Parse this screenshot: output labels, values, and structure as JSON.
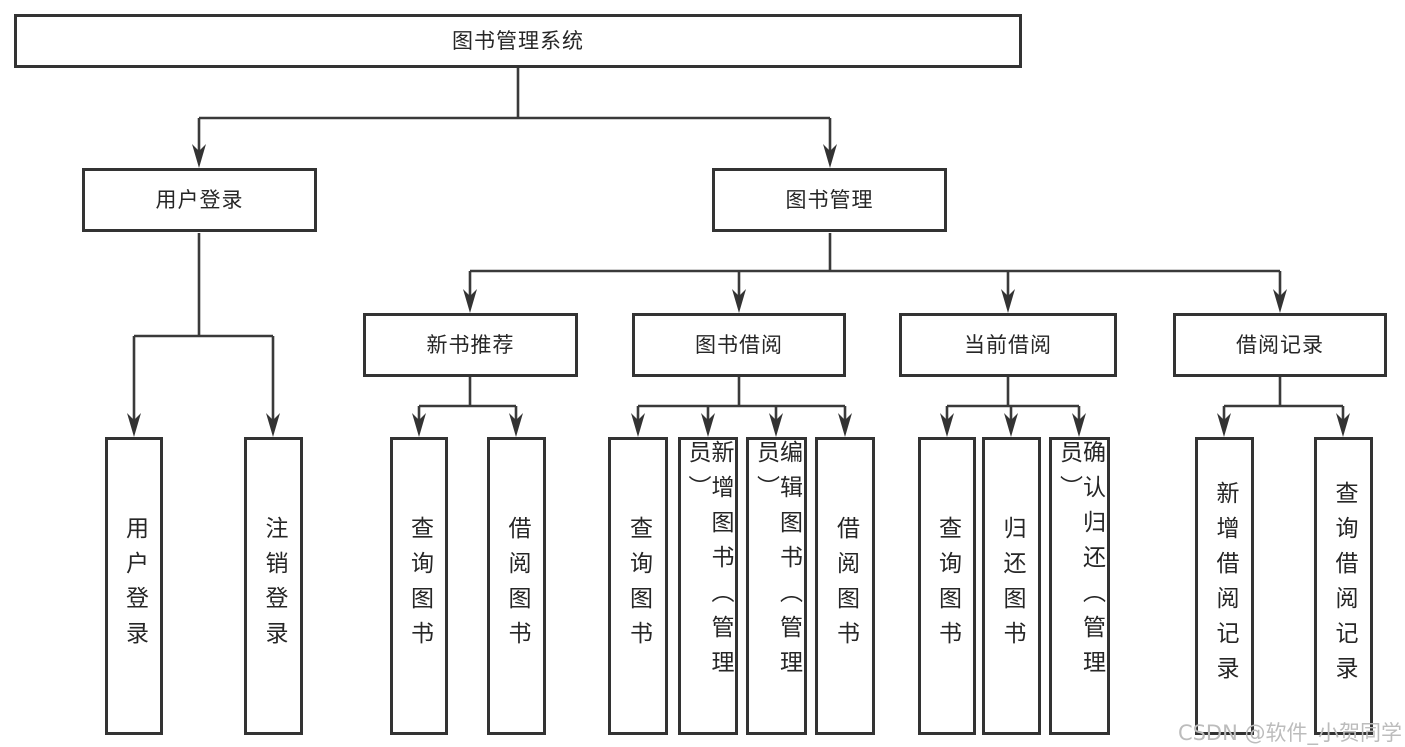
{
  "title": "图书管理系统",
  "colors": {
    "line": "#3a3a3a",
    "box_border": "#333333",
    "text": "#262626",
    "watermark_text": "#bcbcbc"
  },
  "nodes": {
    "root": {
      "label": "图书管理系统"
    },
    "level2": [
      {
        "label": "用户登录"
      },
      {
        "label": "图书管理"
      }
    ],
    "level3": [
      {
        "label": "新书推荐"
      },
      {
        "label": "图书借阅"
      },
      {
        "label": "当前借阅"
      },
      {
        "label": "借阅记录"
      }
    ],
    "leaves": {
      "user_login": [
        "用户登录",
        "注销登录"
      ],
      "new_book_recommend": [
        "查询图书",
        "借阅图书"
      ],
      "book_borrow": [
        "查询图书",
        "新增图书（管理员）",
        "编辑图书（管理员）",
        "借阅图书"
      ],
      "current_borrow": [
        "查询图书",
        "归还图书",
        "确认归还（管理员）"
      ],
      "borrow_records": [
        "新增借阅记录",
        "查询借阅记录"
      ]
    }
  },
  "watermark": "CSDN @软件_小贺同学"
}
